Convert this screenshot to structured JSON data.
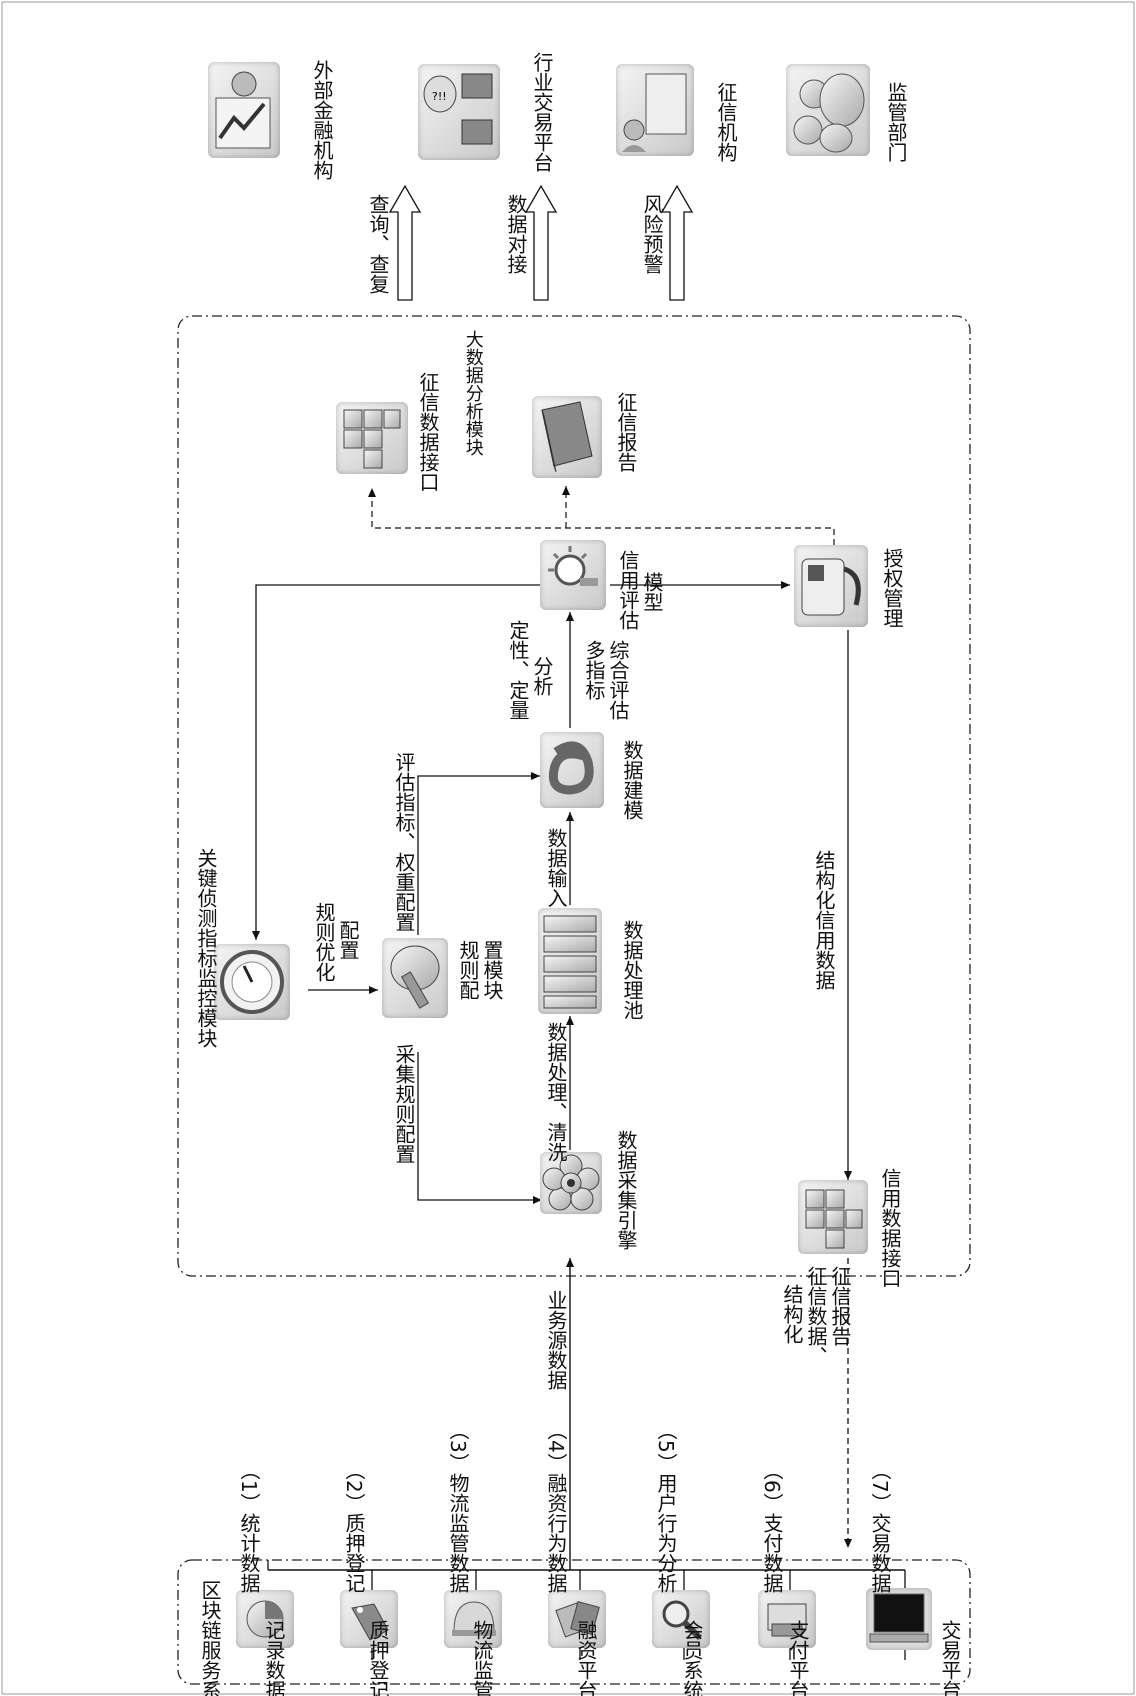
{
  "blockchain_system": {
    "title": "区块链服务系统",
    "items": [
      {
        "icon_label": "记录数据",
        "branch_label": "（1）统计数据",
        "icon": "pie-chart-icon"
      },
      {
        "icon_label": "质押登记",
        "branch_label": "（2）质押登记",
        "icon": "tag-icon"
      },
      {
        "icon_label": "物流监管",
        "branch_label": "（3）物流监管数据",
        "icon": "helmet-icon"
      },
      {
        "icon_label": "融资平台",
        "branch_label": "（4）融资行为数据",
        "icon": "finance-cards-icon"
      },
      {
        "icon_label": "会员系统",
        "branch_label": "（5）用户行为分析",
        "icon": "magnifier-icon"
      },
      {
        "icon_label": "支付平台",
        "branch_label": "（6）支付数据",
        "icon": "payment-card-icon"
      },
      {
        "icon_label": "交易平台",
        "branch_label": "（7）交易数据",
        "icon": "laptop-icon"
      }
    ]
  },
  "flows": {
    "business_source_data": "业务源数据",
    "structured_credit": "结构化征信数据、征信报告",
    "structured_credit_lines": [
      "结构化",
      "征信数据、",
      "征信报告"
    ]
  },
  "monitor_module": {
    "title": "关键侦测指标监控模块",
    "collect_rule_config": "采集规则配置",
    "rule_optimize_config": [
      "规则优化",
      "配置"
    ],
    "eval_weight_config": "评估指标、权重配置",
    "data_process_clean": "数据处理、清洗",
    "data_input": "数据输入",
    "qual_quant": [
      "定性、定量",
      "分析"
    ],
    "multi_index": [
      "多指标",
      "综合评估"
    ],
    "structured_credit_data": "结构化信用数据"
  },
  "nodes": {
    "collection_engine": {
      "label": "数据采集引擎",
      "icon": "flower-gear-icon"
    },
    "rule_config_module": {
      "label": [
        "规则配",
        "置模块"
      ],
      "icon": "hammer-icon"
    },
    "monitor_node": {
      "icon": "gauge-icon"
    },
    "processing_pool": {
      "label": "数据处理池",
      "icon": "server-stack-icon"
    },
    "data_modeling": {
      "label": "数据建模",
      "icon": "knot-icon"
    },
    "credit_model": {
      "label": [
        "信用评估",
        "模型"
      ],
      "icon": "lightbulb-icon"
    },
    "authorization": {
      "label": "授权管理",
      "icon": "mixer-icon"
    },
    "credit_data_interface": {
      "label": "信用数据接口",
      "icon": "cubes-icon"
    },
    "credit_report": {
      "label": "征信报告",
      "icon": "book-icon"
    },
    "credit_info_interface": {
      "label": "征信数据接口",
      "icon": "cubes-icon"
    }
  },
  "big_data_module": {
    "label": "大数据分析模块"
  },
  "external": [
    {
      "label": "外部金融机构",
      "icon": "finance-chart-icon",
      "arrow_label": "查询、查复"
    },
    {
      "label": "行业交易平台",
      "icon": "monitors-chat-icon",
      "arrow_label": "数据对接"
    },
    {
      "label": "征信机构",
      "icon": "presenter-icon",
      "arrow_label": "风险预警"
    },
    {
      "label": "监管部门",
      "icon": "people-group-icon",
      "arrow_label": ""
    }
  ]
}
